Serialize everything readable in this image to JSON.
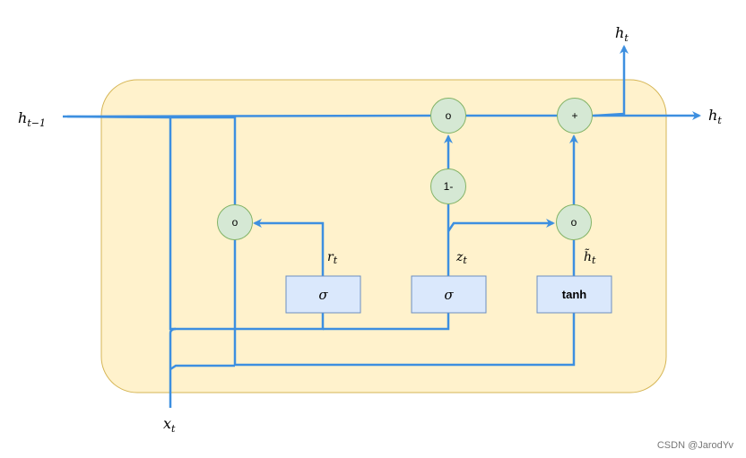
{
  "labels": {
    "h_prev": {
      "base": "h",
      "sub": "t−1"
    },
    "h_out_top": {
      "base": "h",
      "sub": "t"
    },
    "h_out_right": {
      "base": "h",
      "sub": "t"
    },
    "x_in": {
      "base": "x",
      "sub": "t"
    },
    "r_t": {
      "base": "r",
      "sub": "t"
    },
    "z_t": {
      "base": "z",
      "sub": "t"
    },
    "h_tilde": {
      "base": "h̃",
      "sub": "t"
    }
  },
  "operators": {
    "reset_mult": "o",
    "update_mult_top": "o",
    "add": "+",
    "one_minus": "1-",
    "update_mult_candidate": "o"
  },
  "gates": {
    "reset": "σ",
    "update": "σ",
    "candidate": "tanh"
  },
  "watermark": "CSDN @JarodYv",
  "colors": {
    "cell_fill": "#fff2cc",
    "cell_stroke": "#d6b656",
    "line": "#3d8fe0",
    "op_fill": "#d5e8d4",
    "op_stroke": "#82b366",
    "gate_fill": "#dae8fc",
    "gate_stroke": "#6c8ebf"
  }
}
